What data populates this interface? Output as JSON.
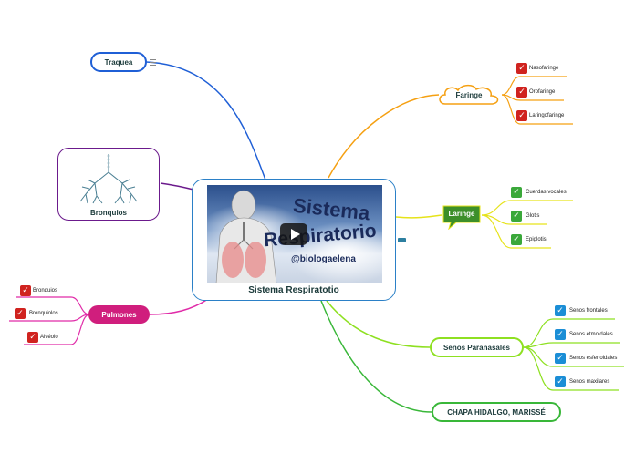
{
  "central": {
    "title": "Sistema Respiratotio",
    "image_text_1": "Sistema",
    "image_text_2": "Respiratorio",
    "image_handle": "@biologaelena"
  },
  "topics": {
    "traquea": {
      "label": "Traquea",
      "icon": "notes-icon"
    },
    "bronquios": {
      "label": "Bronquios"
    },
    "pulmones": {
      "label": "Pulmones",
      "items": [
        "Bronquios",
        "Bronquiolos",
        "Alvéolo"
      ]
    },
    "faringe": {
      "label": "Faringe",
      "items": [
        "Nasofaringe",
        "Orofaringe",
        "Laringofaringe"
      ]
    },
    "laringe": {
      "label": "Laringe",
      "items": [
        "Cuerdas vocales",
        "Glotis",
        "Epiglotis"
      ]
    },
    "senos": {
      "label": "Senos Paranasales",
      "items": [
        "Senos frontales",
        "Senos etmoidales",
        "Senos esfenoidales",
        "Senos maxilares"
      ]
    },
    "autor": {
      "label": "CHAPA HIDALGO, MARISSÉ"
    }
  },
  "colors": {
    "traquea": "#1f5fd6",
    "bronquios": "#6b1a8c",
    "pulmones": "#e02ba8",
    "faringe": "#f5a012",
    "laringe": "#e6e31a",
    "senos": "#8ee021",
    "autor": "#39b739",
    "central_border": "#2b80c7"
  }
}
